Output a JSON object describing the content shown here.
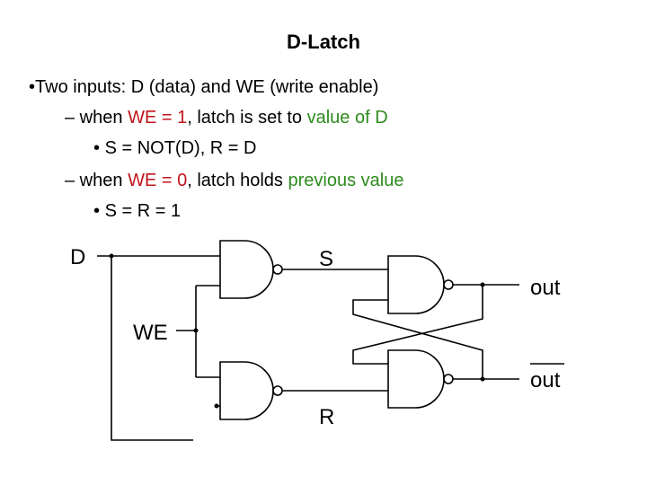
{
  "title": "D-Latch",
  "bullets": {
    "b1": {
      "marker": "•",
      "text": "Two inputs: D (data) and WE (write enable)"
    },
    "b2": {
      "dash": "–",
      "p1": " when ",
      "h1": "WE = 1",
      "p2": ", latch is set to ",
      "h2": "value of D"
    },
    "b3": {
      "marker": "•",
      "text": "S = NOT(D), R = D"
    },
    "b4": {
      "dash": "–",
      "p1": " when ",
      "h1": "WE = 0",
      "p2": ", latch holds ",
      "h2": "previous value"
    },
    "b5": {
      "marker": "•",
      "text": "S = R = 1"
    }
  },
  "diagram": {
    "labels": {
      "d": "D",
      "we": "WE",
      "s": "S",
      "r": "R",
      "out": "out",
      "out_bar": "out"
    }
  },
  "colors": {
    "highlight_red": "#c0141b",
    "highlight_green": "#2e8b1e"
  }
}
